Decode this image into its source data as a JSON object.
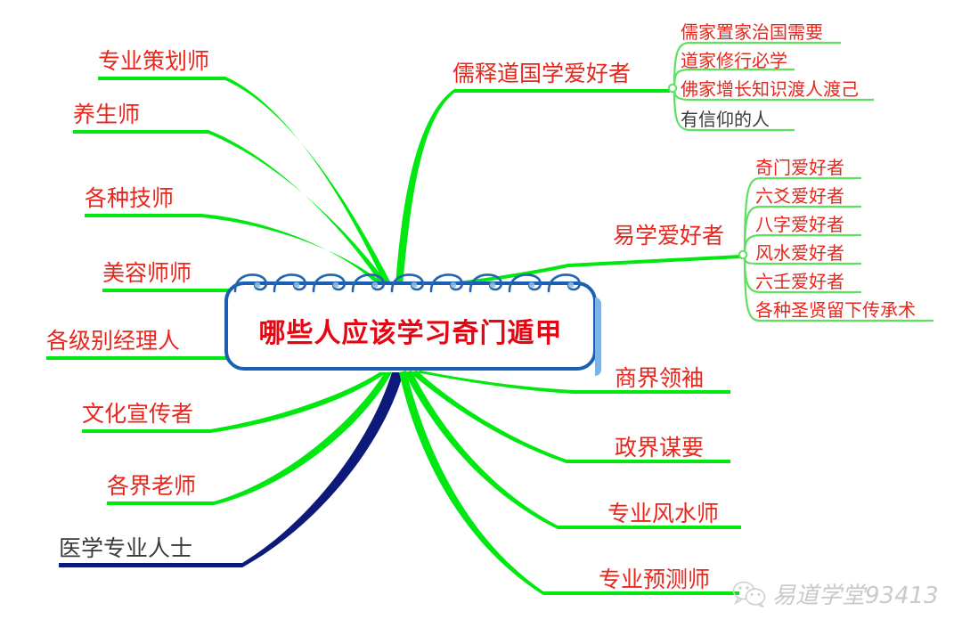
{
  "center": {
    "title": "哪些人应该学习奇门遁甲",
    "text_color": "#e30613",
    "border_color": "#1a5fb4"
  },
  "colors": {
    "branch_green": "#00e810",
    "branch_navy": "#0d1a7a",
    "label_red": "#e8261c",
    "label_dark": "#3a3a3a",
    "watermark_gray": "#c9c9c9"
  },
  "left_branches": [
    {
      "label": "专业策划师",
      "color": "#e8261c",
      "line": "#00e810"
    },
    {
      "label": "养生师",
      "color": "#e8261c",
      "line": "#00e810"
    },
    {
      "label": "各种技师",
      "color": "#e8261c",
      "line": "#00e810"
    },
    {
      "label": "美容师师",
      "color": "#e8261c",
      "line": "#00e810"
    },
    {
      "label": "各级别经理人",
      "color": "#e8261c",
      "line": "#00e810"
    },
    {
      "label": "文化宣传者",
      "color": "#e8261c",
      "line": "#00e810"
    },
    {
      "label": "各界老师",
      "color": "#e8261c",
      "line": "#00e810"
    },
    {
      "label": "医学专业人士",
      "color": "#3a3a3a",
      "line": "#0d1a7a"
    }
  ],
  "right_branches": [
    {
      "label": "儒释道国学爱好者",
      "color": "#e8261c",
      "children": [
        {
          "label": "儒家置家治国需要",
          "color": "#e8261c"
        },
        {
          "label": "道家修行必学",
          "color": "#e8261c"
        },
        {
          "label": "佛家增长知识渡人渡己",
          "color": "#e8261c"
        },
        {
          "label": "有信仰的人",
          "color": "#3a3a3a"
        }
      ]
    },
    {
      "label": "易学爱好者",
      "color": "#e8261c",
      "children": [
        {
          "label": "奇门爱好者",
          "color": "#e8261c"
        },
        {
          "label": "六爻爱好者",
          "color": "#e8261c"
        },
        {
          "label": "八字爱好者",
          "color": "#e8261c"
        },
        {
          "label": "风水爱好者",
          "color": "#e8261c"
        },
        {
          "label": "六壬爱好者",
          "color": "#e8261c"
        },
        {
          "label": "各种圣贤留下传承术",
          "color": "#e8261c"
        }
      ]
    },
    {
      "label": "商界领袖",
      "color": "#e8261c",
      "children": []
    },
    {
      "label": "政界谋要",
      "color": "#e8261c",
      "children": []
    },
    {
      "label": "专业风水师",
      "color": "#e8261c",
      "children": []
    },
    {
      "label": "专业预测师",
      "color": "#e8261c",
      "children": []
    }
  ],
  "watermark": {
    "text": "易道学堂93413",
    "icon": "wechat-icon"
  }
}
